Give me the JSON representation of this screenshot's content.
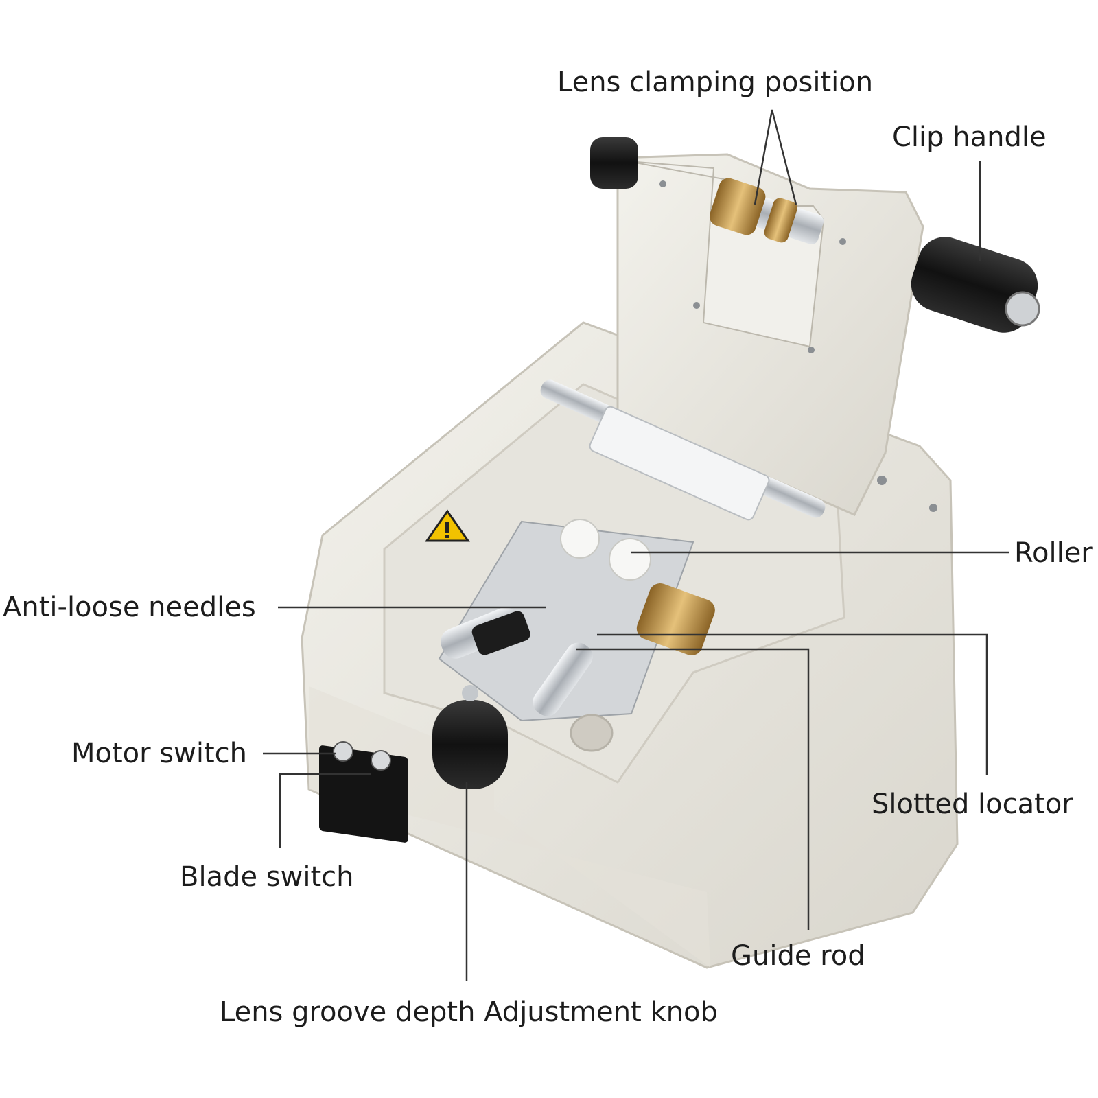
{
  "labels": {
    "lens_clamping_position": "Lens clamping position",
    "clip_handle": "Clip handle",
    "roller": "Roller",
    "anti_loose_needles": "Anti-loose needles",
    "slotted_locator": "Slotted locator",
    "motor_switch": "Motor switch",
    "blade_switch": "Blade switch",
    "guide_rod": "Guide rod",
    "lens_groove_depth_knob": "Lens groove depth Adjustment knob"
  },
  "colors": {
    "body": "#eceae3",
    "body_shadow": "#d6d3ca",
    "knob": "#1e1e1e",
    "brass": "#c9a060",
    "steel": "#c8ccd0",
    "warning": "#f2c200",
    "leader_line": "#333333"
  }
}
